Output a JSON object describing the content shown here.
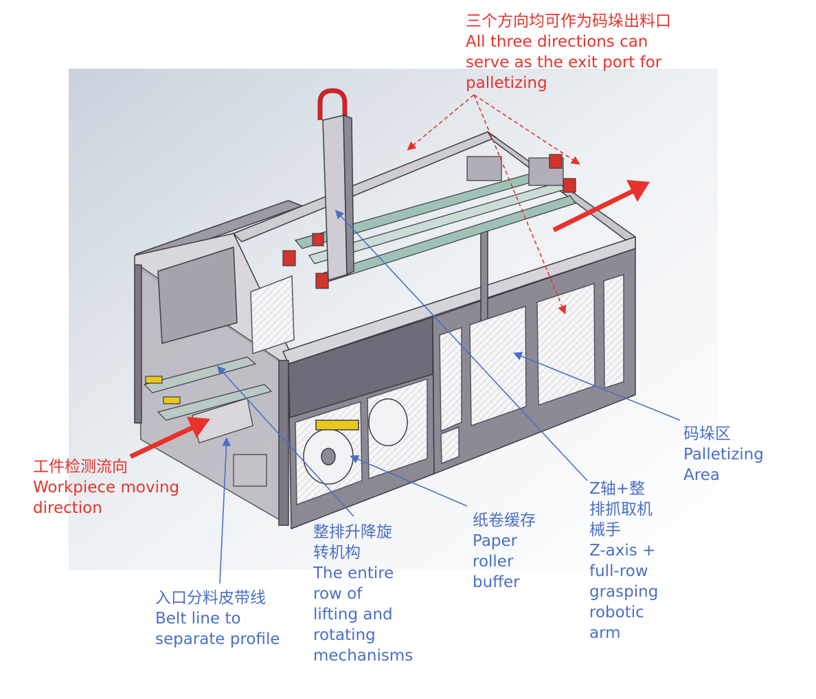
{
  "annotations": {
    "exit_ports": "三个方向均可作为码垛出料口\nAll three directions can\nserve as the exit port for\npalletizing",
    "workpiece_direction": "工件检测流向\nWorkpiece moving\ndirection",
    "belt_line": "入口分料皮带线\nBelt line to\nseparate profile",
    "lifting_mechanism": "整排升降旋\n转机构\nThe entire\nrow of\nlifting and\nrotating\nmechanisms",
    "paper_roller": "纸卷缓存\nPaper\nroller\nbuffer",
    "z_axis_arm": "Z轴+整\n排抓取机\n械手\nZ-axis +\nfull-row\ngrasping\nrobotic\narm",
    "palletizing_area": "码垛区\nPalletizing\nArea"
  },
  "colors": {
    "annotation_red": "#e8322b",
    "annotation_blue": "#4a6fc7",
    "machine_frame": "#8a8690",
    "machine_dark": "#5e5a66",
    "panel_light": "#e9e7ec",
    "guard_pink": "#d0342c",
    "rail_green": "#7fa89a",
    "sensor_yellow": "#e8c81e"
  }
}
